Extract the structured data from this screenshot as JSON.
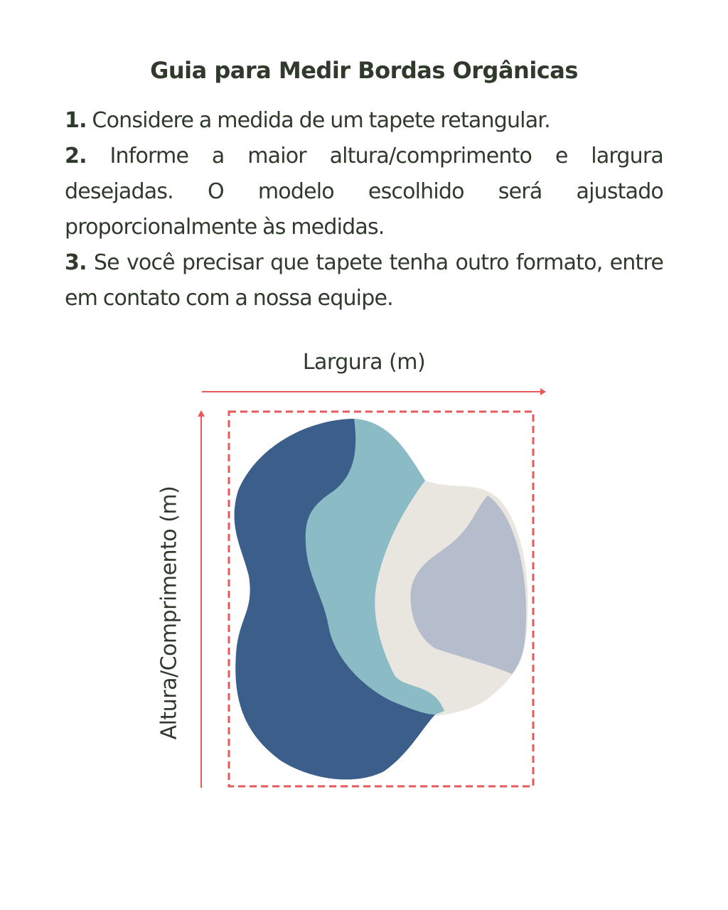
{
  "title": "Guia para Medir Bordas Orgânicas",
  "steps": [
    {
      "number": "1.",
      "text": "Considere a medida de um tapete retangular."
    },
    {
      "number": "2.",
      "text": "Informe a maior altura/comprimento e largura desejadas. O modelo escolhido será ajustado proporcionalmente às medidas."
    },
    {
      "number": "3.",
      "text": "Se você precisar que tapete tenha outro formato, entre em contato com a nossa equipe."
    }
  ],
  "diagram": {
    "width_label": "Largura (m)",
    "height_label": "Altura/Comprimento (m)",
    "colors": {
      "text": "#2f3a2c",
      "measure_lines": "#e85a5a",
      "rug_dark_blue": "#3b5f8a",
      "rug_teal": "#8bbcc6",
      "rug_cream": "#e8e6df",
      "rug_grey_blue": "#b5bccb"
    }
  }
}
